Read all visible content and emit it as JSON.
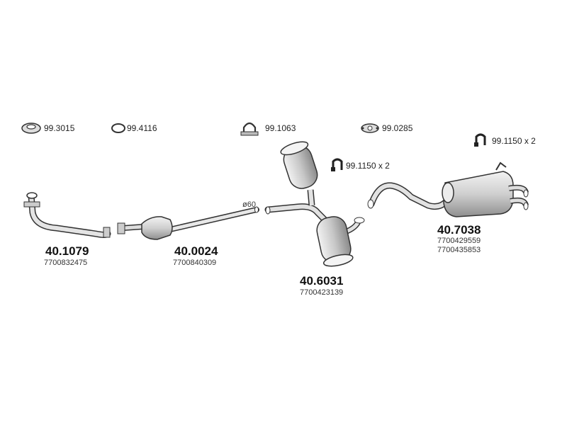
{
  "accessories": [
    {
      "code": "99.3015",
      "icon": "gasket-ring-icon"
    },
    {
      "code": "99.4116",
      "icon": "o-ring-icon"
    },
    {
      "code": "99.1063",
      "icon": "clamp-icon"
    },
    {
      "code": "99.0285",
      "icon": "flange-gasket-icon"
    },
    {
      "code": "99.1150 x 2",
      "icon": "rubber-hanger-icon"
    },
    {
      "code": "99.1150 x 2",
      "icon": "rubber-hanger-icon"
    }
  ],
  "diameter_label": "ø60",
  "parts": [
    {
      "number": "40.1079",
      "refs": [
        "7700832475"
      ]
    },
    {
      "number": "40.0024",
      "refs": [
        "7700840309"
      ]
    },
    {
      "number": "40.6031",
      "refs": [
        "7700423139"
      ]
    },
    {
      "number": "40.7038",
      "refs": [
        "7700429559",
        "7700435853"
      ]
    }
  ],
  "colors": {
    "metal_light": "#e6e6e6",
    "metal_dark": "#8a8a8a",
    "outline": "#333333"
  }
}
